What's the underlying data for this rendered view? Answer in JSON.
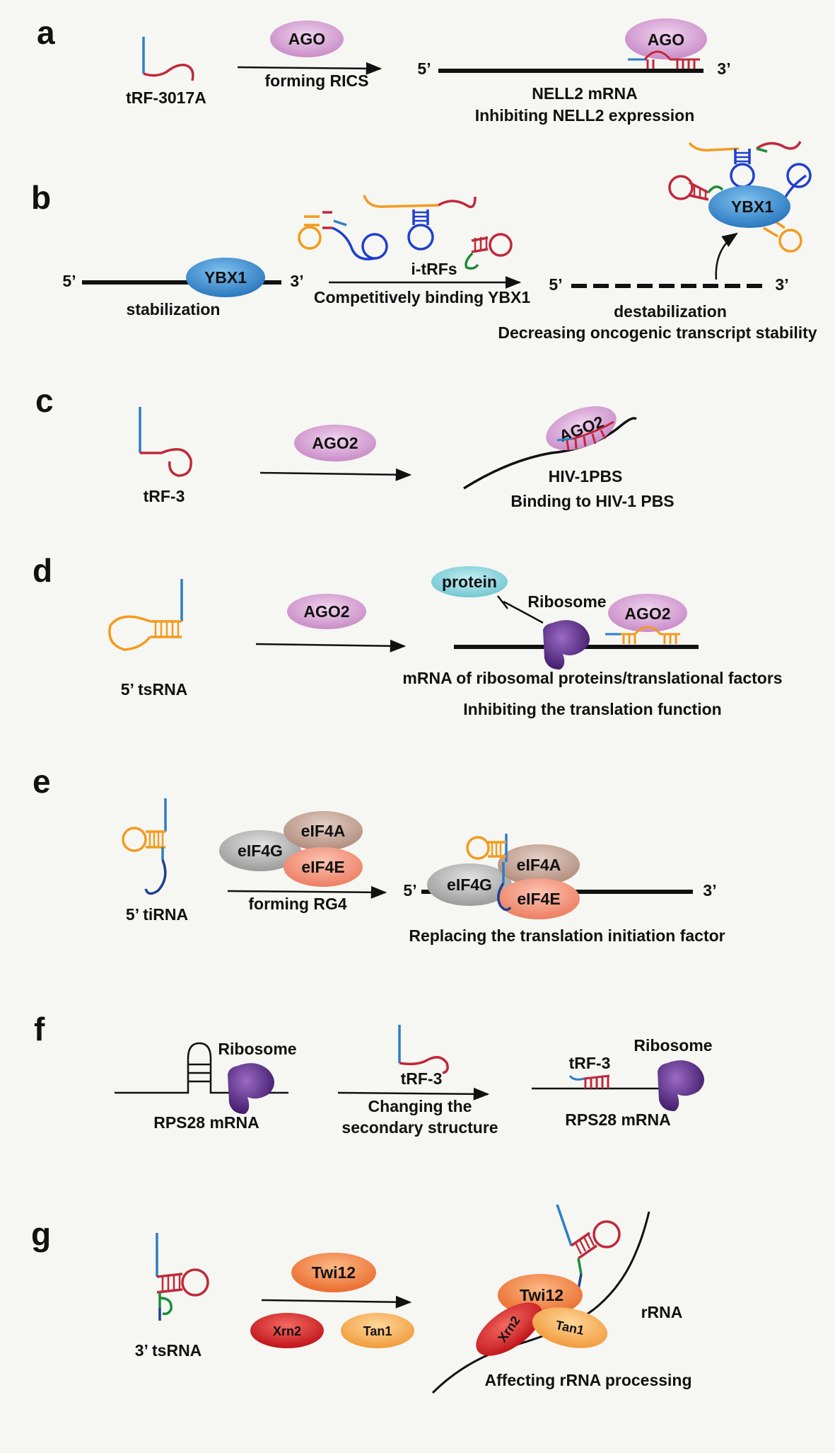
{
  "colors": {
    "background": "#f6f6f2",
    "ago": "#d9a9d6",
    "ybx1": "#3f94d4",
    "ribosome": "#5b2a86",
    "protein": "#8fd3dc",
    "eif4g": "#b9b9b9",
    "eif4a": "#c8a89a",
    "eif4e": "#f39b80",
    "twi12": "#f1894a",
    "xrn2": "#d8262a",
    "tan1": "#f7b25c",
    "rna_red": "#c0283a",
    "rna_blue": "#2b7fc3",
    "rna_orange": "#f29b1e",
    "rna_darkblue": "#1f3fcf",
    "rna_green": "#1e8a3a"
  },
  "panels": {
    "a": {
      "letter": "a",
      "input": "tRF-3017A",
      "protein": "AGO",
      "arrow_label": "forming RICS",
      "five": "5’",
      "three": "3’",
      "bound_protein": "AGO",
      "result_line1": "NELL2 mRNA",
      "result_line2": "Inhibiting NELL2 expression"
    },
    "b": {
      "letter": "b",
      "five": "5’",
      "three": "3’",
      "protein": "YBX1",
      "left_label": "stabilization",
      "fragments": "i-tRFs",
      "arrow_label": "Competitively binding YBX1",
      "five_right": "5’",
      "three_right": "3’",
      "bound_protein": "YBX1",
      "result_line1": "destabilization",
      "result_line2": "Decreasing oncogenic transcript stability"
    },
    "c": {
      "letter": "c",
      "input": "tRF-3",
      "protein": "AGO2",
      "bound_protein": "AGO2",
      "result_line1": "HIV-1PBS",
      "result_line2": "Binding to HIV-1 PBS"
    },
    "d": {
      "letter": "d",
      "input": "5’ tsRNA",
      "protein": "AGO2",
      "product": "protein",
      "ribosome": "Ribosome",
      "bound_protein": "AGO2",
      "result_line1": "mRNA of ribosomal proteins/translational factors",
      "result_line2": "Inhibiting the translation function"
    },
    "e": {
      "letter": "e",
      "input": "5’ tiRNA",
      "eif4g": "eIF4G",
      "eif4a": "eIF4A",
      "eif4e": "eIF4E",
      "arrow_label": "forming RG4",
      "five": "5’",
      "three": "3’",
      "result_eif4g": "eIF4G",
      "result_eif4a": "eIF4A",
      "result_eif4e": "eIF4E",
      "result_line1": "Replacing the translation initiation factor"
    },
    "f": {
      "letter": "f",
      "ribosome_left": "Ribosome",
      "mrna_left": "RPS28 mRNA",
      "fragment": "tRF-3",
      "arrow_label_line1": "Changing the",
      "arrow_label_line2": "secondary structure",
      "bound_fragment": "tRF-3",
      "ribosome_right": "Ribosome",
      "mrna_right": "RPS28 mRNA"
    },
    "g": {
      "letter": "g",
      "input": "3’ tsRNA",
      "twi12": "Twi12",
      "xrn2": "Xrn2",
      "tan1": "Tan1",
      "result_twi12": "Twi12",
      "result_xrn2": "Xrn2",
      "result_tan1": "Tan1",
      "rrna": "rRNA",
      "result_line1": "Affecting rRNA processing"
    }
  }
}
